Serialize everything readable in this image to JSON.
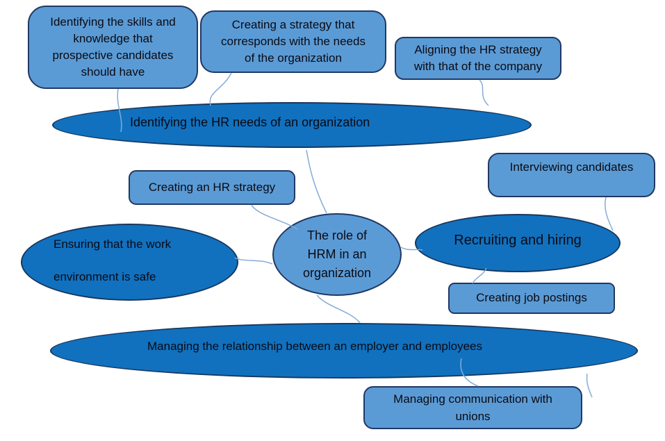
{
  "diagram": {
    "center": {
      "lines": [
        "The role of",
        "HRM in an",
        "organization"
      ]
    },
    "nodes": {
      "skills": {
        "lines": [
          "Identifying the skills and",
          "knowledge that",
          "prospective candidates",
          "should have"
        ]
      },
      "strategy_needs": {
        "lines": [
          "Creating a strategy that",
          "corresponds with the needs",
          "of the organization"
        ]
      },
      "aligning": {
        "lines": [
          "Aligning the HR strategy",
          "with that of the company"
        ]
      },
      "identifying": {
        "label": "Identifying the HR needs of an organization"
      },
      "hr_strategy": {
        "label": "Creating an HR strategy"
      },
      "ensuring": {
        "lines": [
          "Ensuring that the work",
          "environment is safe"
        ]
      },
      "recruiting": {
        "label": "Recruiting and hiring"
      },
      "interviewing": {
        "label": "Interviewing candidates"
      },
      "job_postings": {
        "label": "Creating job postings"
      },
      "managing_relationship": {
        "label": "Managing the relationship between an employer and employees"
      },
      "unions": {
        "lines": [
          "Managing communication with",
          "unions"
        ]
      }
    },
    "colors": {
      "node_light_fill": "#5B9BD5",
      "node_dark_fill": "#1171BE",
      "rect_border": "#1F3864",
      "ellipse_border": "#17375E",
      "connector": "#84ABD8",
      "text": "#0A0A14",
      "background": "#FFFFFF"
    }
  }
}
